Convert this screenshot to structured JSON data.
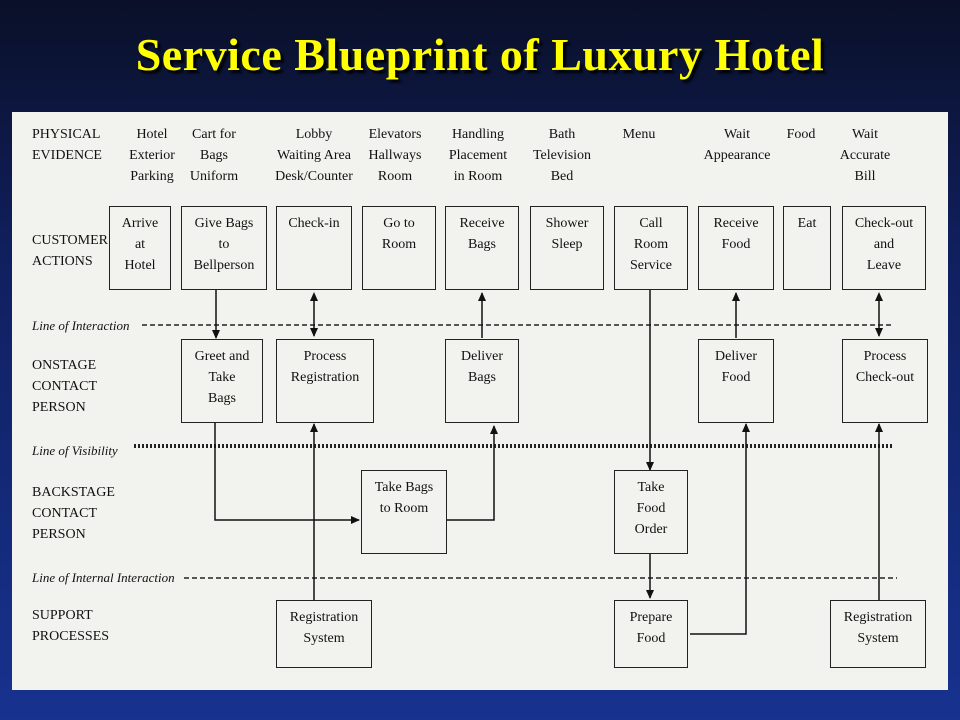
{
  "title": "Service Blueprint of Luxury Hotel",
  "rows": {
    "physical_evidence": "PHYSICAL\nEVIDENCE",
    "customer_actions": "CUSTOMER\nACTIONS",
    "onstage": "ONSTAGE\nCONTACT\nPERSON",
    "backstage": "BACKSTAGE\nCONTACT\nPERSON",
    "support": "SUPPORT\nPROCESSES"
  },
  "lines": {
    "interaction": "Line of Interaction",
    "visibility": "Line of Visibility",
    "internal": "Line of Internal Interaction"
  },
  "physical_evidence": [
    "Hotel\nExterior\nParking",
    "Cart for\nBags\nUniform",
    "Lobby\nWaiting Area\nDesk/Counter",
    "Elevators\nHallways\nRoom",
    "Handling\nPlacement\nin Room",
    "Bath\nTelevision\nBed",
    "Menu",
    "Wait\nAppearance",
    "Food",
    "Wait\nAccurate\nBill"
  ],
  "customer_actions": [
    "Arrive\nat\nHotel",
    "Give Bags\nto\nBellperson",
    "Check-in",
    "Go to\nRoom",
    "Receive\nBags",
    "Shower\nSleep",
    "Call\nRoom\nService",
    "Receive\nFood",
    "Eat",
    "Check-out\nand\nLeave"
  ],
  "onstage": [
    "Greet and\nTake\nBags",
    "Process\nRegistration",
    "Deliver\nBags",
    "Deliver\nFood",
    "Process\nCheck-out"
  ],
  "backstage": [
    "Take Bags\nto Room",
    "Take\nFood\nOrder"
  ],
  "support": [
    "Registration\nSystem",
    "Prepare\nFood",
    "Registration\nSystem"
  ]
}
